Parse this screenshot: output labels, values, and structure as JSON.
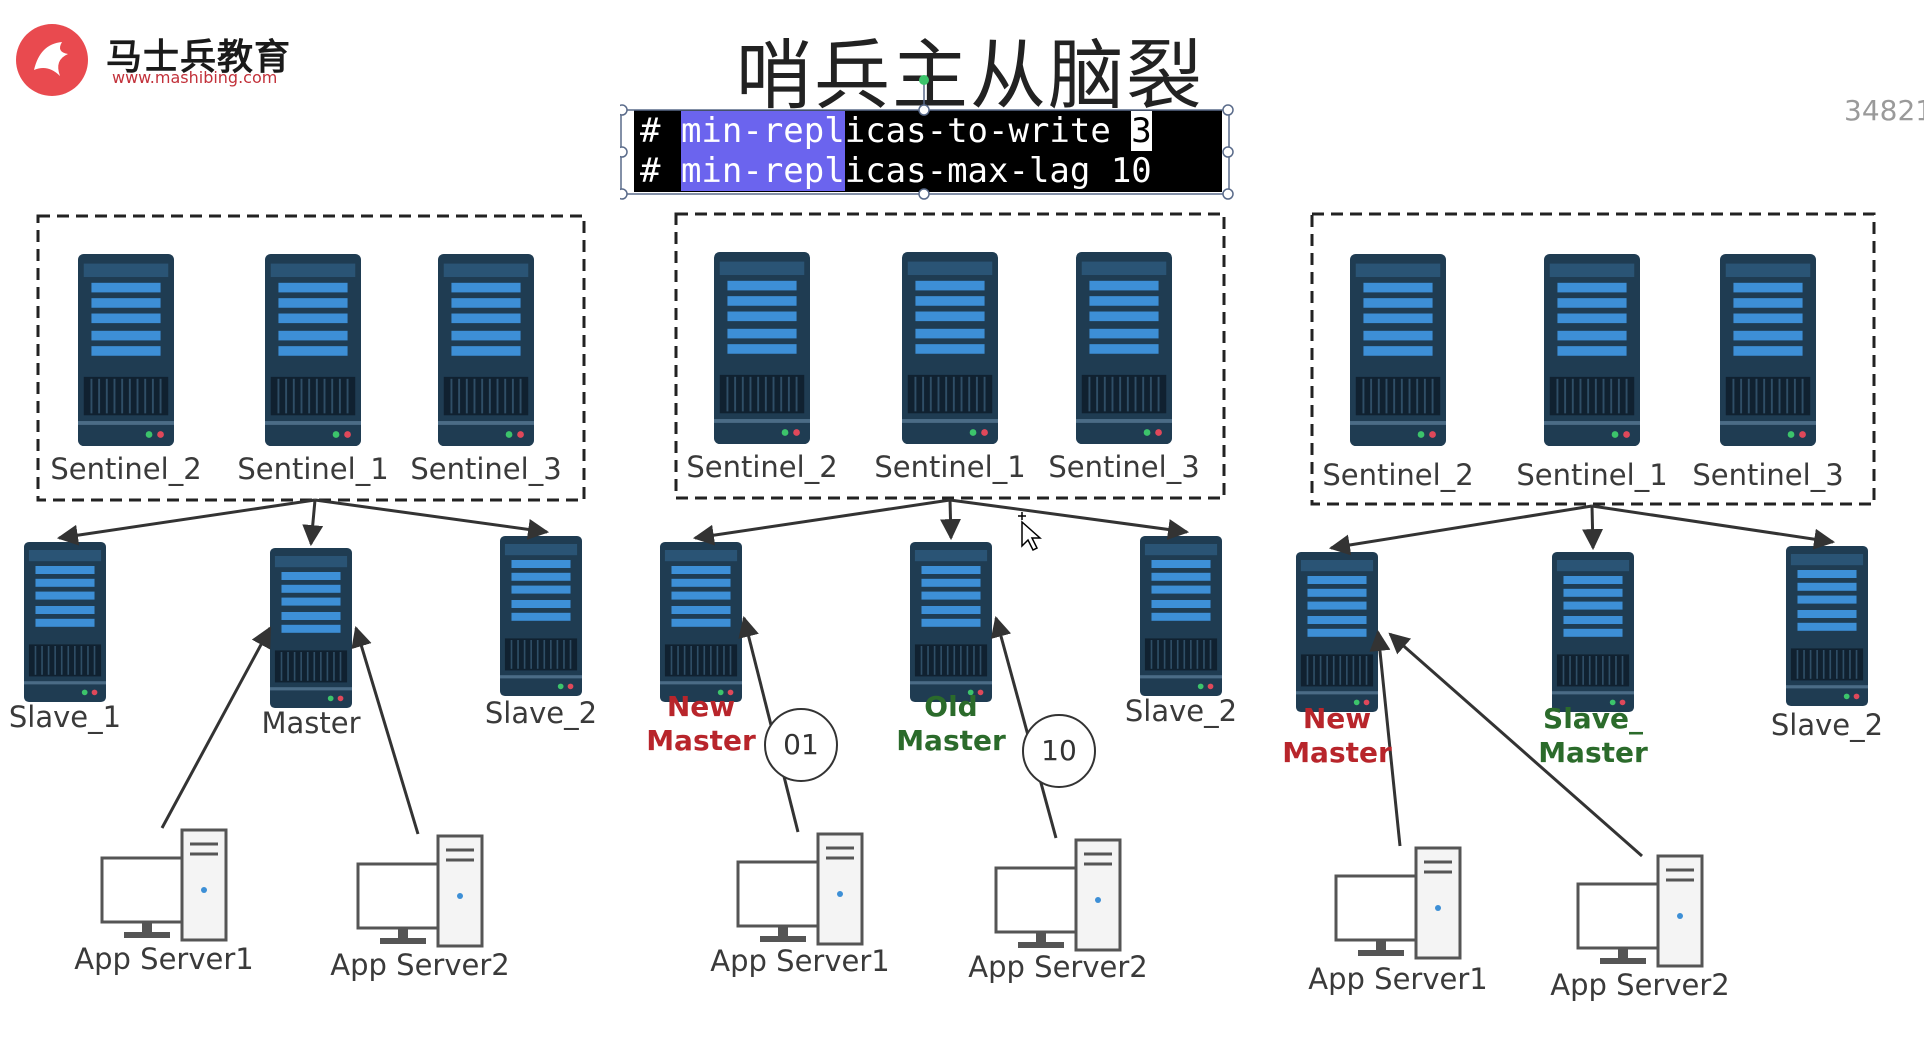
{
  "header": {
    "brand_name": "马士兵教育",
    "brand_url": "www.mashibing.com",
    "title": "哨兵主从脑裂",
    "counter": "34821"
  },
  "code": {
    "line1": {
      "hash": "# ",
      "hl": "min-repl",
      "rest": "icas-to-write ",
      "cursor": "3"
    },
    "line2": {
      "hash": "# ",
      "hl": "min-repl",
      "rest": "icas-max-lag 10"
    }
  },
  "colors": {
    "new_master": "#b8252b",
    "old_master": "#2b6b2b",
    "server": "#1f3c52",
    "server_bar": "#3d8fd6"
  },
  "panels": [
    {
      "sentinels": [
        "Sentinel_2",
        "Sentinel_1",
        "Sentinel_3"
      ],
      "nodes": [
        {
          "label": "Slave_1"
        },
        {
          "label": "Master"
        },
        {
          "label": "Slave_2"
        }
      ],
      "clients": [
        "App Server1",
        "App Server2"
      ]
    },
    {
      "sentinels": [
        "Sentinel_2",
        "Sentinel_1",
        "Sentinel_3"
      ],
      "nodes": [
        {
          "role": "New\nMaster",
          "tone": "new"
        },
        {
          "role": "Old\nMaster",
          "tone": "old"
        },
        {
          "label": "Slave_2"
        }
      ],
      "bubbles": [
        "01",
        "10"
      ],
      "clients": [
        "App Server1",
        "App Server2"
      ]
    },
    {
      "sentinels": [
        "Sentinel_2",
        "Sentinel_1",
        "Sentinel_3"
      ],
      "nodes": [
        {
          "role": "New\nMaster",
          "tone": "new"
        },
        {
          "role": "Slave_\nMaster",
          "tone": "old"
        },
        {
          "label": "Slave_2"
        }
      ],
      "clients": [
        "App Server1",
        "App Server2"
      ]
    }
  ]
}
